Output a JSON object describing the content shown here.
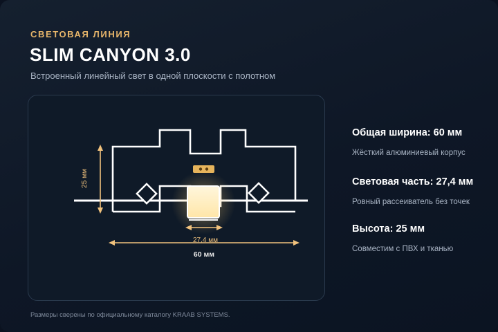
{
  "header": {
    "eyebrow": "СВЕТОВАЯ ЛИНИЯ",
    "title": "SLIM CANYON 3.0",
    "subtitle": "Встроенный линейный свет в одной плоскости с полотном"
  },
  "diagram": {
    "height_label": "25 мм",
    "light_label": "27,4 мм",
    "width_label": "60 мм",
    "profile_color": "#ffffff",
    "accent_color": "#f1c27d",
    "light_color": "#fff3cf"
  },
  "specs": [
    {
      "title": "Общая ширина: 60 мм",
      "desc": "Жёсткий алюминиевый корпус"
    },
    {
      "title": "Световая часть: 27,4 мм",
      "desc": "Ровный рассеиватель без точек"
    },
    {
      "title": "Высота: 25 мм",
      "desc": "Совместим с ПВХ и тканью"
    }
  ],
  "footnote": "Размеры сверены по официальному каталогу KRAAB SYSTEMS."
}
